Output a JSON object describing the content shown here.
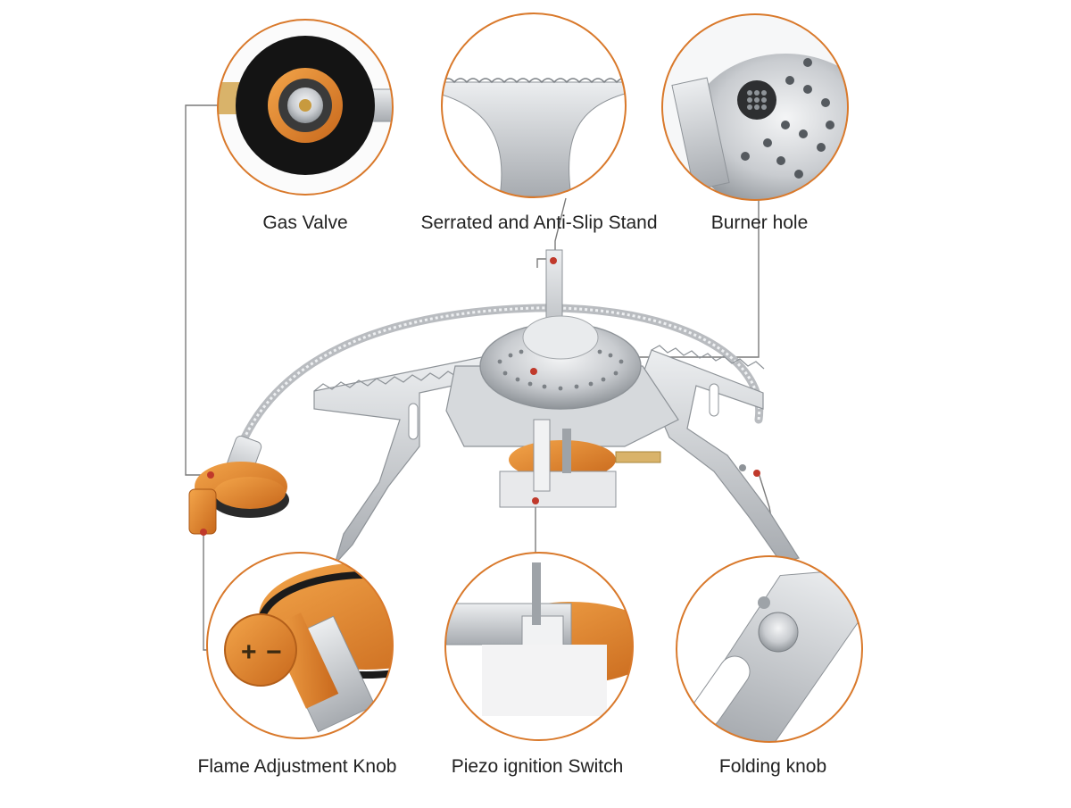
{
  "labels": {
    "gas_valve": "Gas Valve",
    "serrated_stand": "Serrated and Anti-Slip Stand",
    "burner_hole": "Burner hole",
    "flame_knob": "Flame Adjustment Knob",
    "piezo_switch": "Piezo ignition Switch",
    "folding_knob": "Folding knob"
  },
  "colors": {
    "accent_orange": "#d9792b",
    "leader_line": "#7a7a7a",
    "marker_red": "#c0392b",
    "steel": "#c9ccd0",
    "steel_dark": "#8e9398",
    "brass_orange": "#e08a2e"
  }
}
